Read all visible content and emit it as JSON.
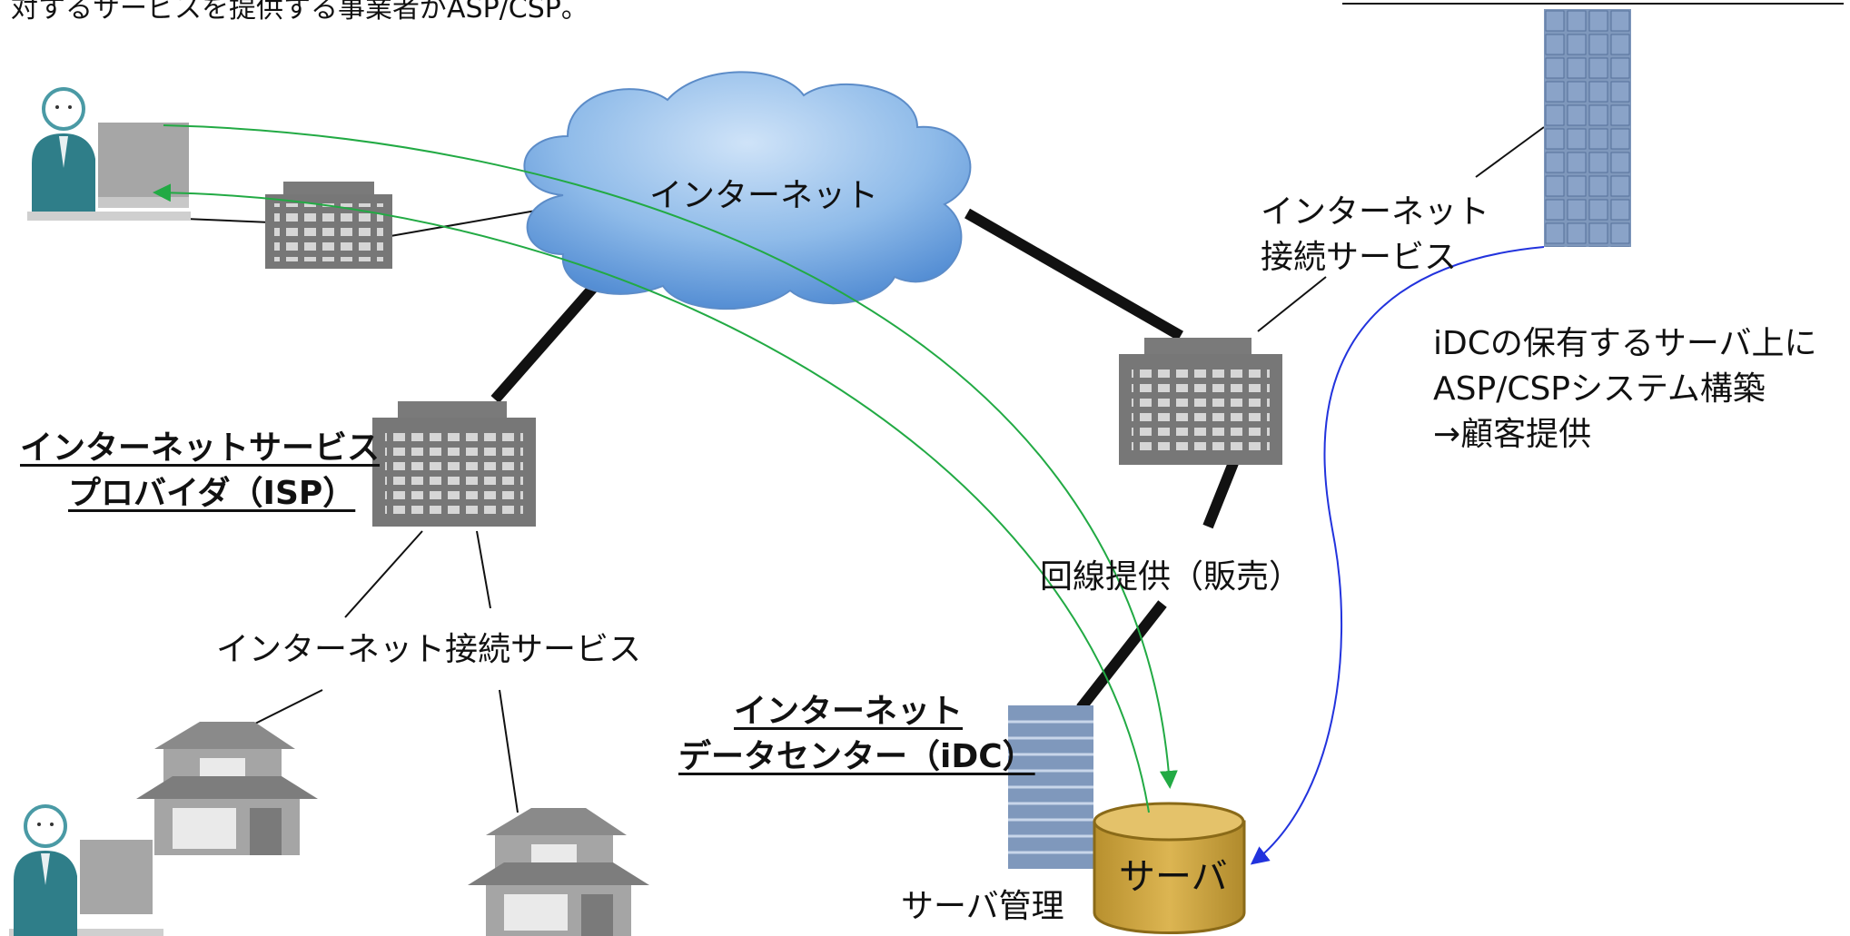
{
  "header_text": "対するサービスを提供する事業者がASP/CSP。",
  "cloud_label": "インターネット",
  "isp": {
    "line1": "インターネットサービス",
    "line2": "プロバイダ（ISP）"
  },
  "isp_service_label": "インターネット接続サービス",
  "carrier_service": {
    "line1": "インターネット",
    "line2": "接続サービス"
  },
  "line_provision_label": "回線提供（販売）",
  "idc": {
    "line1": "インターネット",
    "line2": "データセンター（iDC）"
  },
  "server_label": "サーバ",
  "server_mgmt_label": "サーバ管理",
  "asp_note": {
    "line1": "iDCの保有するサーバ上に",
    "line2": "ASP/CSPシステム構築",
    "line3": "→顧客提供"
  },
  "colors": {
    "cloud_light": "#bcd8f5",
    "cloud_dark": "#4f8fd6",
    "building_gray": "#777777",
    "tower_blue": "#7f98bc",
    "server_gold": "#d2aa42",
    "green_flow": "#22aa44",
    "blue_flow": "#2233dd"
  },
  "icons": [
    "user-workstation-icon",
    "office-building-icon",
    "cloud-icon",
    "house-icon",
    "datacenter-tower-icon",
    "server-cylinder-icon",
    "skyscraper-icon"
  ]
}
